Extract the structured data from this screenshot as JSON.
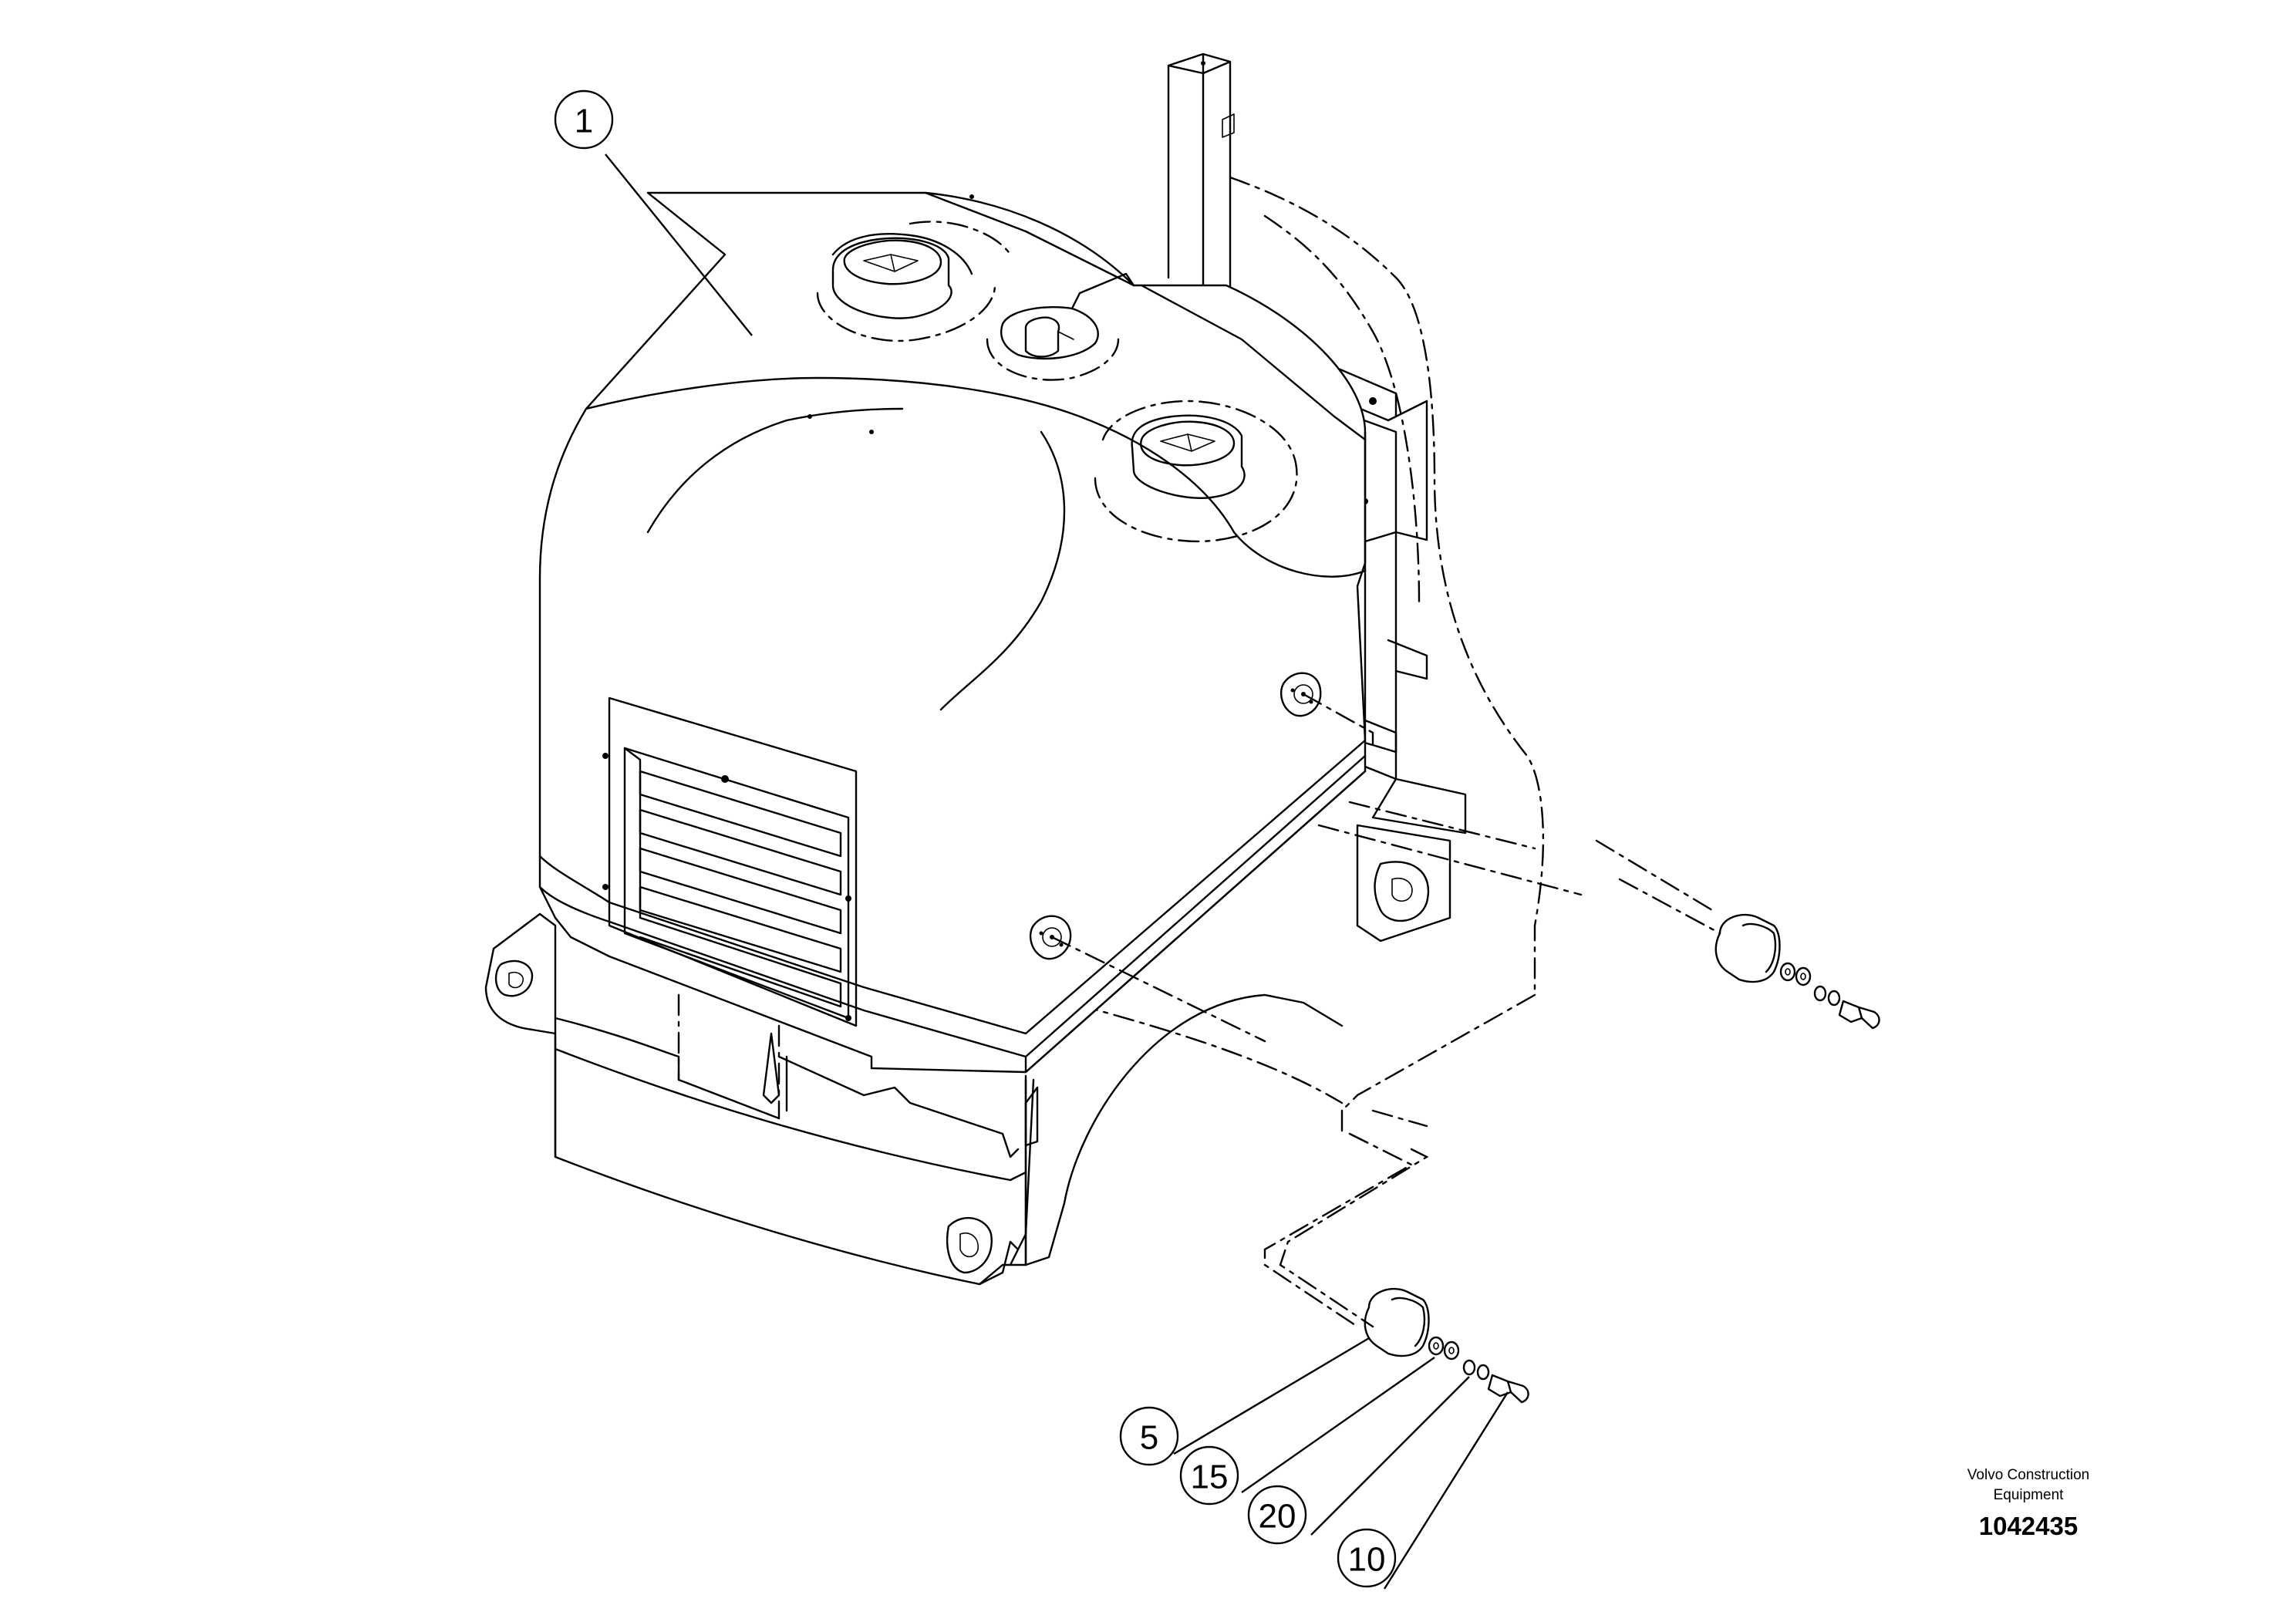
{
  "callouts": [
    "1",
    "5",
    "15",
    "20",
    "10"
  ],
  "brand": {
    "line1": "Volvo Construction",
    "line2": "Equipment"
  },
  "document_number": "1042435"
}
